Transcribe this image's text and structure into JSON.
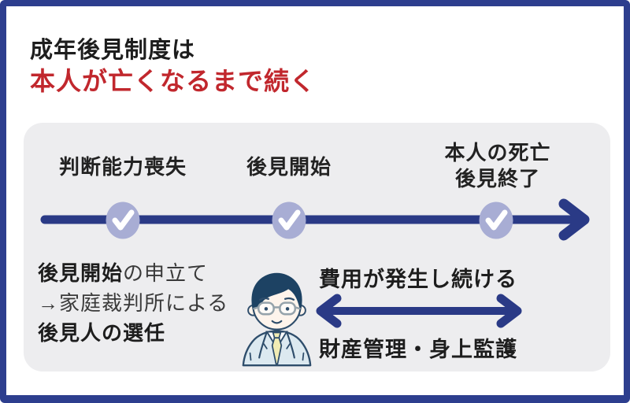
{
  "header": {
    "title_line1": "成年後見制度は",
    "title_line2": "本人が亡くなるまで続く"
  },
  "timeline": {
    "milestones": [
      {
        "label": "判断能力喪失"
      },
      {
        "label": "後見開始"
      },
      {
        "label_line1": "本人の死亡",
        "label_line2": "後見終了"
      }
    ]
  },
  "notes": {
    "application": {
      "line1_bold": "後見開始",
      "line1_rest": "の申立て",
      "line2": "→家庭裁判所による",
      "line3": "後見人の選任"
    },
    "ongoing": {
      "cost": "費用が発生し続ける",
      "duties": "財産管理・身上監護"
    }
  },
  "icons": {
    "checkpoint": "check-icon",
    "timeline_end": "arrow-right-icon",
    "span": "double-arrow-icon",
    "figure": "guardian-person-illustration"
  },
  "colors": {
    "frame_navy": "#2d3e8e",
    "arrow_navy": "#2a3a86",
    "accent_red": "#c1272d",
    "checkpoint_lavender": "#a8add4",
    "panel_gray": "#ededef",
    "title_black": "#1d1d1d"
  }
}
